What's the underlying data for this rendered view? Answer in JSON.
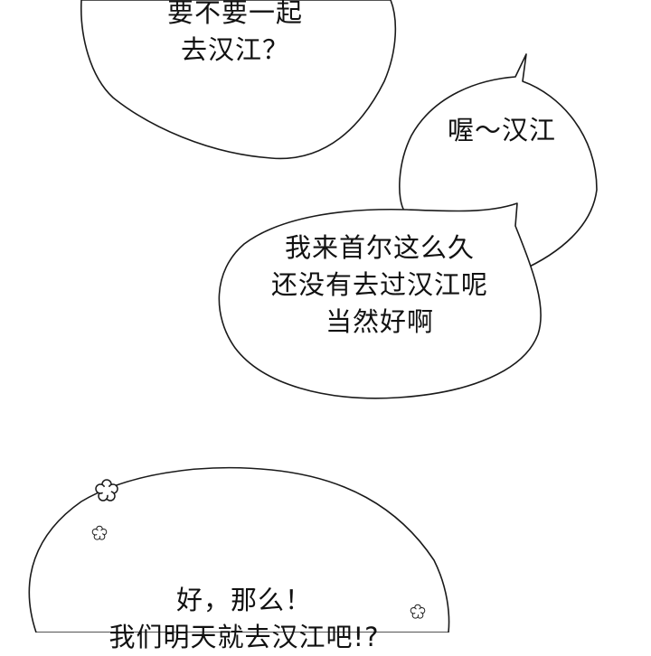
{
  "panel": {
    "background_color": "#ffffff",
    "ink_color": "#111111"
  },
  "bubbles": [
    {
      "id": "bubble-1",
      "position": "top-left",
      "lines": [
        "要不要一起",
        "去汉江？"
      ]
    },
    {
      "id": "bubble-2",
      "position": "right",
      "lines": [
        "喔～汉江"
      ]
    },
    {
      "id": "bubble-3",
      "position": "center",
      "lines": [
        "我来首尔这么久",
        "还没有去过汉江呢",
        "当然好啊"
      ]
    },
    {
      "id": "bubble-4",
      "position": "bottom-left",
      "lines": [
        "好，那么！",
        "我们明天就去汉江吧!?"
      ],
      "decorations": [
        "flower-icon",
        "flower-icon",
        "flower-icon"
      ]
    }
  ]
}
